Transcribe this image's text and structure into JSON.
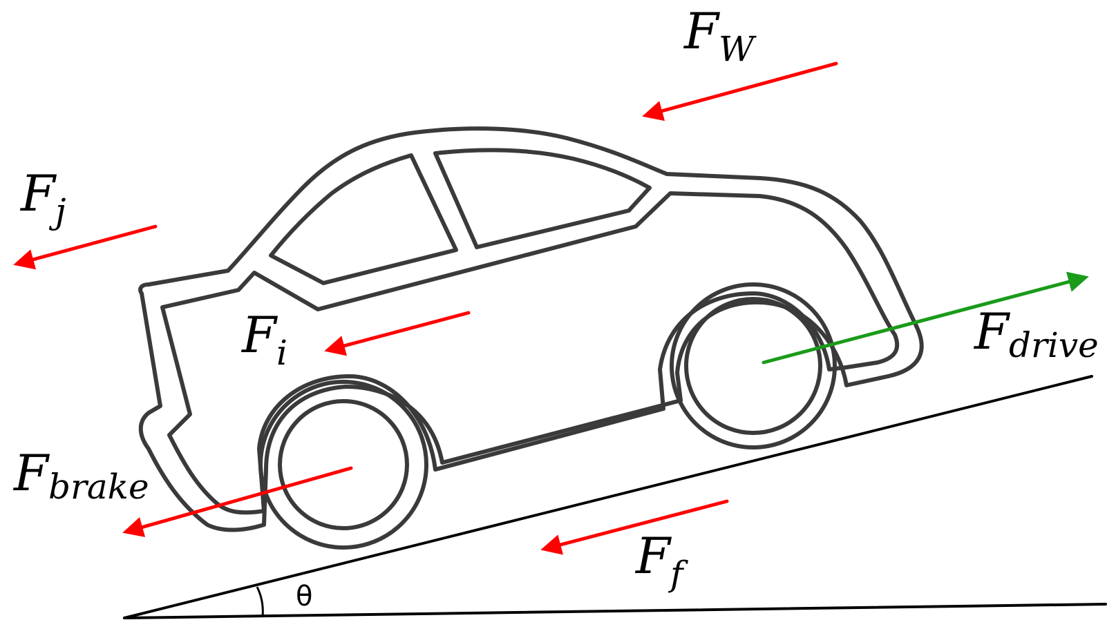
{
  "colors": {
    "opposing_force": "#ff0000",
    "driving_force": "#1a9b1a",
    "outline": "#3a3a3a",
    "ground": "#000000"
  },
  "forces": {
    "wind": {
      "symbol": "F",
      "subscript": "W"
    },
    "acceleration_resistance": {
      "symbol": "F",
      "subscript": "j"
    },
    "inertia": {
      "symbol": "F",
      "subscript": "i"
    },
    "drive": {
      "symbol": "F",
      "subscript": "drive"
    },
    "brake": {
      "symbol": "F",
      "subscript": "brake"
    },
    "friction": {
      "symbol": "F",
      "subscript": "f"
    }
  },
  "incline": {
    "angle_symbol": "θ"
  }
}
